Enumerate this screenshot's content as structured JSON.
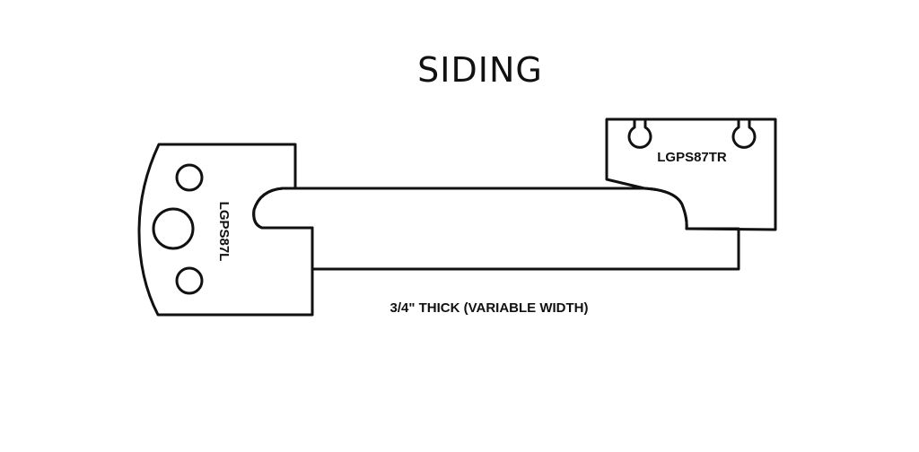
{
  "diagram": {
    "title": "SIDING",
    "left_cutter_label": "LGPS87L",
    "right_cutter_label": "LGPS87TR",
    "thickness_note": "3/4\" THICK (VARIABLE WIDTH)"
  },
  "colors": {
    "stroke": "#111111",
    "background": "#ffffff"
  }
}
